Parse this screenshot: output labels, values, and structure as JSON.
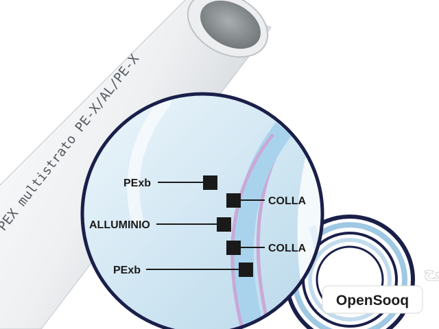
{
  "pipe": {
    "printed_text": "PEX multistrato PE-X/AL/PE-X"
  },
  "layers": {
    "pexb_outer": "PExb",
    "colla_outer": "COLLA",
    "alluminio": "ALLUMINIO",
    "colla_inner": "COLLA",
    "pexb_inner": "PExb"
  },
  "watermark": {
    "arabic": "السوق المفتوح",
    "brand": "OpenSooq"
  },
  "colors": {
    "pipe_white": "#f2f3f5",
    "pipe_bore": "#8f9497",
    "zoom_circle_fill": "#d6e9f4",
    "aluminium_band": "#a9d3ec",
    "glue_line": "#c9a9d6",
    "circle_border": "#1a1f4a",
    "marker": "#1a1a1a"
  }
}
